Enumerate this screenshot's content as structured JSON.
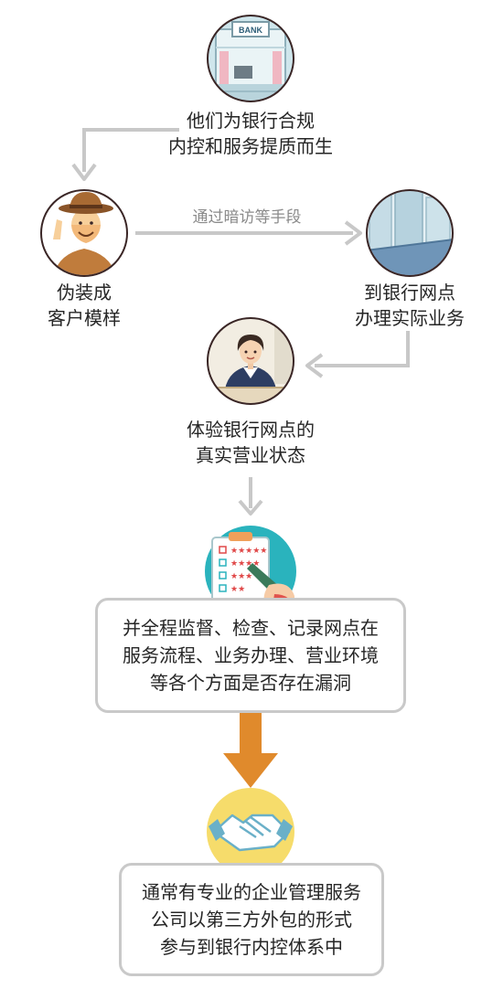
{
  "steps": {
    "bank_origin": {
      "line1": "他们为银行合规",
      "line2": "内控和服务提质而生"
    },
    "disguise": {
      "line1": "伪装成",
      "line2": "客户模样"
    },
    "visit_branch": {
      "line1": "到银行网点",
      "line2": "办理实际业务"
    },
    "experience": {
      "line1": "体验银行网点的",
      "line2": "真实营业状态"
    },
    "monitor": {
      "line1": "并全程监督、检查、记录网点在",
      "line2": "服务流程、业务办理、营业环境",
      "line3": "等各个方面是否存在漏洞"
    },
    "outsource": {
      "line1": "通常有专业的企业管理服务",
      "line2": "公司以第三方外包的形式",
      "line3": "参与到银行内控体系中"
    }
  },
  "connector_caption": "通过暗访等手段",
  "bank_sign": "BANK",
  "colors": {
    "arrow_gray": "#c8c8c8",
    "arrow_orange": "#e08a2c",
    "circle_border": "#3a2626",
    "teal": "#2ab3bd",
    "yellow": "#f6dc6b",
    "box_border": "#c9c9c9"
  },
  "icons": [
    "bank-icon",
    "disguised-customer-icon",
    "branch-interior-icon",
    "bank-teller-icon",
    "checklist-rating-icon",
    "handshake-icon"
  ]
}
